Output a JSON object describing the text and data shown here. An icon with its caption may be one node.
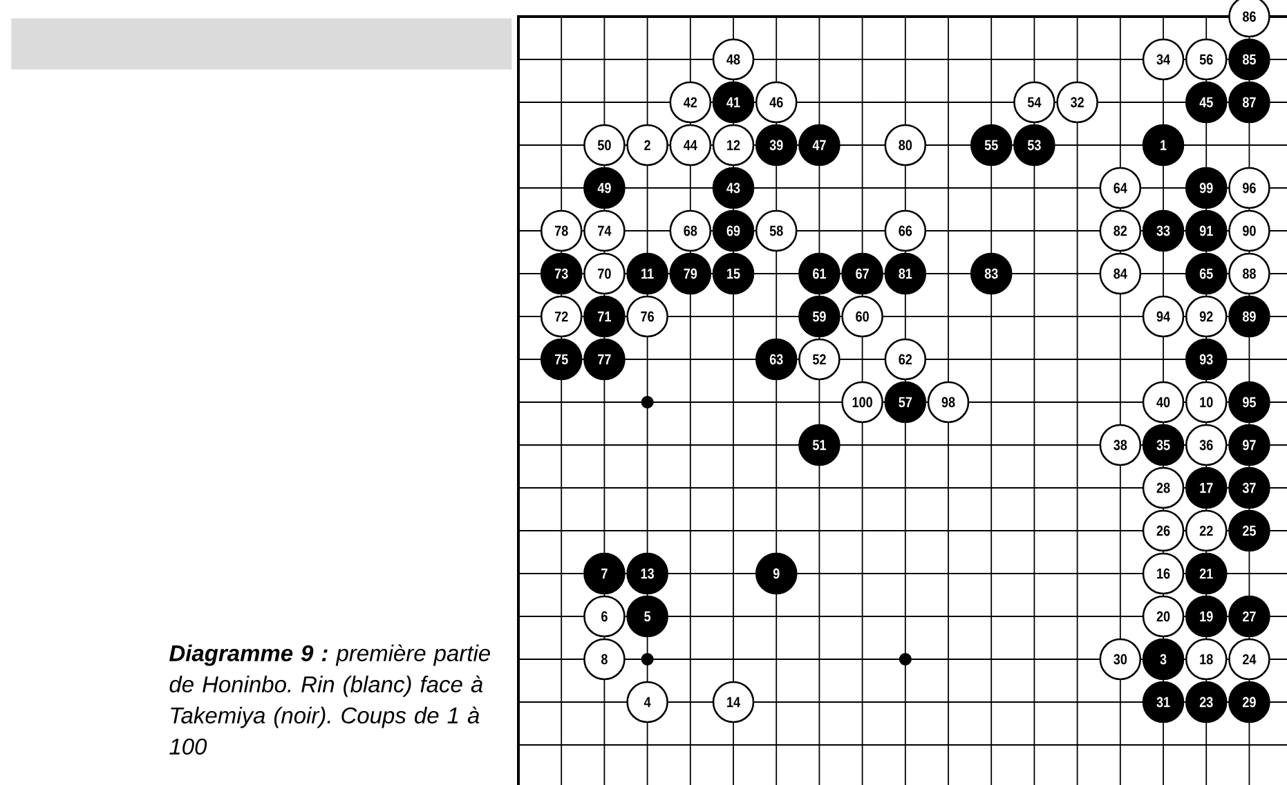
{
  "diagram": {
    "caption": "**Diagramme 9 :** première partie de Honinbo. Rin (blanc) face à Takemiya (noir). Coups de 1 à 100",
    "nodes": [
      {
        "text": [
          "86"
        ]
      },
      {
        "text": [
          "48"
        ]
      },
      {
        "text": [
          "34"
        ]
      },
      {
        "text": [
          "56"
        ]
      },
      {
        "text": [
          "85"
        ]
      },
      {
        "text": [
          "42"
        ]
      },
      {
        "text": [
          "41"
        ]
      },
      {
        "text": [
          "46"
        ]
      },
      {
        "text": [
          "54"
        ]
      },
      {
        "text": [
          "32"
        ]
      },
      {
        "text": [
          "45"
        ]
      },
      {
        "text": [
          "87"
        ]
      },
      {
        "text": [
          "50"
        ]
      },
      {
        "text": [
          "2"
        ]
      },
      {
        "text": [
          "44"
        ]
      },
      {
        "text": [
          "12"
        ]
      },
      {
        "text": [
          "39"
        ]
      },
      {
        "text": [
          "47"
        ]
      },
      {
        "text": [
          "80"
        ]
      },
      {
        "text": [
          "55"
        ]
      },
      {
        "text": [
          "53"
        ]
      },
      {
        "text": [
          "1"
        ]
      },
      {
        "text": [
          "49"
        ]
      },
      {
        "text": [
          "43"
        ]
      },
      {
        "text": [
          "64"
        ]
      },
      {
        "text": [
          "99"
        ]
      },
      {
        "text": [
          "96"
        ]
      },
      {
        "text": [
          "78"
        ]
      },
      {
        "text": [
          "74"
        ]
      },
      {
        "text": [
          "68"
        ]
      },
      {
        "text": [
          "69"
        ]
      },
      {
        "text": [
          "58"
        ]
      },
      {
        "text": [
          "66"
        ]
      },
      {
        "text": [
          "82"
        ]
      },
      {
        "text": [
          "33"
        ]
      },
      {
        "text": [
          "91"
        ]
      },
      {
        "text": [
          "90"
        ]
      },
      {
        "text": [
          "73"
        ]
      },
      {
        "text": [
          "70"
        ]
      },
      {
        "text": [
          "11"
        ]
      },
      {
        "text": [
          "79"
        ]
      },
      {
        "text": [
          "15"
        ]
      },
      {
        "text": [
          "61"
        ]
      },
      {
        "text": [
          "67"
        ]
      },
      {
        "text": [
          "81"
        ]
      },
      {
        "text": [
          "83"
        ]
      },
      {
        "text": [
          "84"
        ]
      },
      {
        "text": [
          "65"
        ]
      },
      {
        "text": [
          "88"
        ]
      },
      {
        "text": [
          "72"
        ]
      },
      {
        "text": [
          "71"
        ]
      },
      {
        "text": [
          "76"
        ]
      },
      {
        "text": [
          "59"
        ]
      },
      {
        "text": [
          "60"
        ]
      },
      {
        "text": [
          "94"
        ]
      },
      {
        "text": [
          "92"
        ]
      },
      {
        "text": [
          "89"
        ]
      },
      {
        "text": [
          "75"
        ]
      },
      {
        "text": [
          "77"
        ]
      },
      {
        "text": [
          "63"
        ]
      },
      {
        "text": [
          "52"
        ]
      },
      {
        "text": [
          "62"
        ]
      },
      {
        "text": [
          "93"
        ]
      },
      {
        "text": [
          "100"
        ]
      },
      {
        "text": [
          "57"
        ]
      },
      {
        "text": [
          "98"
        ]
      },
      {
        "text": [
          "40"
        ]
      },
      {
        "text": [
          "10"
        ]
      },
      {
        "text": [
          "95"
        ]
      },
      {
        "text": [
          "51"
        ]
      },
      {
        "text": [
          "38"
        ]
      },
      {
        "text": [
          "35"
        ]
      },
      {
        "text": [
          "36"
        ]
      },
      {
        "text": [
          "97"
        ]
      },
      {
        "text": [
          "28"
        ]
      },
      {
        "text": [
          "17"
        ]
      },
      {
        "text": [
          "37"
        ]
      },
      {
        "text": [
          "26"
        ]
      },
      {
        "text": [
          "22"
        ]
      },
      {
        "text": [
          "25"
        ]
      },
      {
        "text": [
          "7"
        ]
      },
      {
        "text": [
          "13"
        ]
      },
      {
        "text": [
          "9"
        ]
      },
      {
        "text": [
          "16"
        ]
      },
      {
        "text": [
          "21"
        ]
      },
      {
        "text": [
          "6"
        ]
      },
      {
        "text": [
          "5"
        ]
      },
      {
        "text": [
          "20"
        ]
      },
      {
        "text": [
          "19"
        ]
      },
      {
        "text": [
          "27"
        ]
      },
      {
        "text": [
          "8"
        ]
      },
      {
        "text": [
          "30"
        ]
      },
      {
        "text": [
          "3"
        ]
      },
      {
        "text": [
          "18"
        ]
      },
      {
        "text": [
          "24"
        ]
      },
      {
        "text": [
          "4"
        ]
      },
      {
        "text": [
          "14"
        ]
      },
      {
        "text": [
          "31"
        ]
      },
      {
        "text": [
          "23"
        ]
      },
      {
        "text": [
          "29"
        ]
      },
      {
        "text": [],
        "shape": "bar"
      }
    ]
  }
}
